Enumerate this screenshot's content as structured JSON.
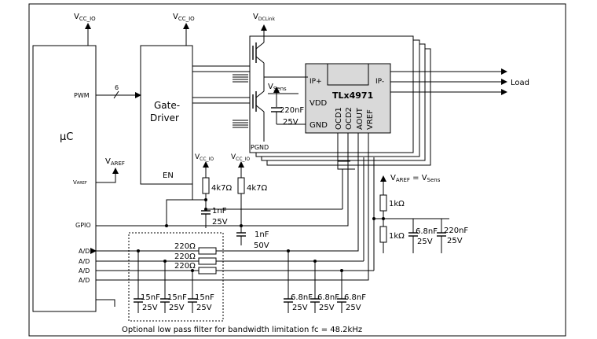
{
  "frame": {
    "caption": "Optional low pass filter for bandwidth limitation fc = 48.2kHz"
  },
  "uc": {
    "title": "µC",
    "supply": "V",
    "supply_sub": "CC_IO",
    "pins": {
      "pwm": "PWM",
      "varef": "V",
      "varef_sub": "AREF",
      "gpio": "GPIO",
      "ad": [
        "A/D",
        "A/D",
        "A/D",
        "A/D"
      ]
    }
  },
  "gate_driver": {
    "line1": "Gate-",
    "line2": "Driver",
    "en": "EN",
    "supply": "V",
    "supply_sub": "CC_IO",
    "bus_width": "6"
  },
  "power": {
    "dclink": "V",
    "dclink_sub": "DCLink",
    "pgnd": "PGND",
    "load": "Load"
  },
  "sensor": {
    "name": "TLx4971",
    "pins": {
      "ip_plus": "IP+",
      "ip_minus": "IP-",
      "vdd": "VDD",
      "gnd": "GND",
      "ocd1": "OCD1",
      "ocd2": "OCD2",
      "aout": "AOUT",
      "vref": "VREF"
    },
    "vsens": "V",
    "vsens_sub": "Sens",
    "decap_value": "220nF",
    "decap_voltage": "25V"
  },
  "varef_node": {
    "v": "V",
    "aref_sub": "AREF",
    "eq": " = V",
    "sens_sub": "Sens"
  },
  "vref_divider": {
    "r_top": "1kΩ",
    "r_bottom": "1kΩ",
    "c1_value": "6.8nF",
    "c1_voltage": "25V",
    "c2_value": "220nF",
    "c2_voltage": "25V"
  },
  "pullups": {
    "supply": "V",
    "supply_sub": "CC_IO",
    "r1": "4k7Ω",
    "r2": "4k7Ω",
    "c1_value": "1nF",
    "c1_voltage": "25V",
    "c2_value": "1nF",
    "c2_voltage": "50V"
  },
  "filter": {
    "resistors": [
      "220Ω",
      "220Ω",
      "220Ω"
    ],
    "caps": [
      {
        "value": "15nF",
        "voltage": "25V"
      },
      {
        "value": "15nF",
        "voltage": "25V"
      },
      {
        "value": "15nF",
        "voltage": "25V"
      }
    ]
  },
  "adc_caps": [
    {
      "value": "6.8nF",
      "voltage": "25V"
    },
    {
      "value": "6.8nF",
      "voltage": "25V"
    },
    {
      "value": "6.8nF",
      "voltage": "25V"
    }
  ]
}
